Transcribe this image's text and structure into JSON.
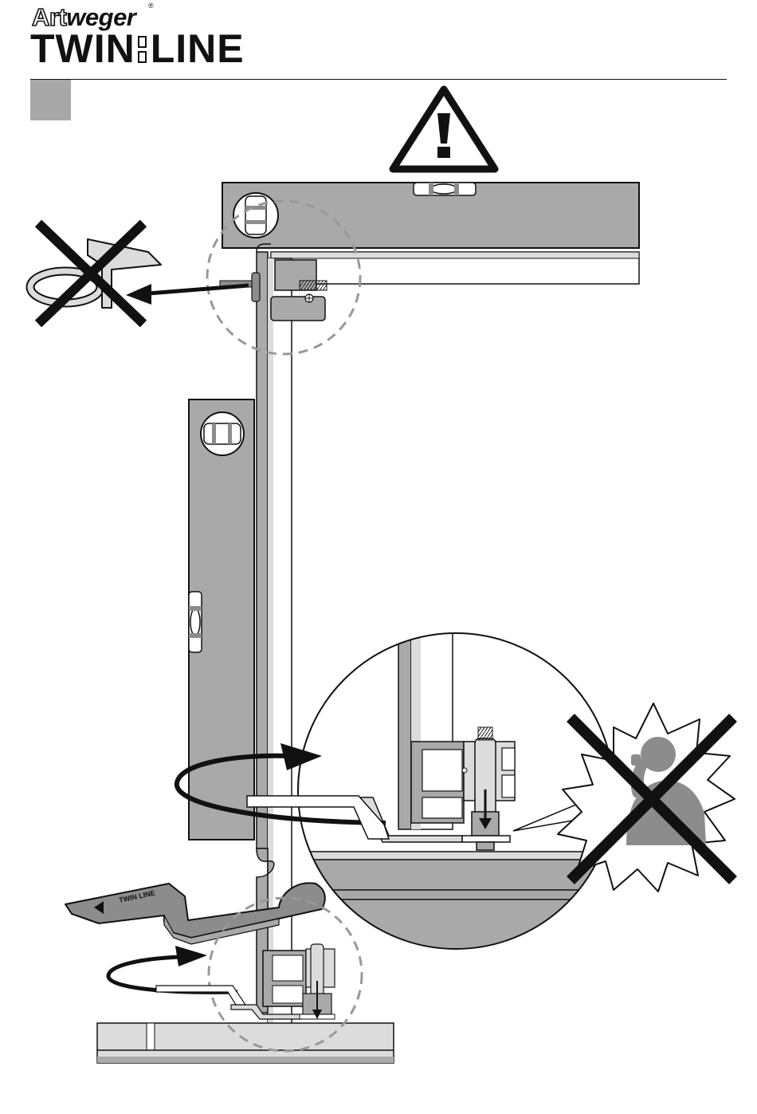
{
  "brand": {
    "name_part1": "Art",
    "name_part2": "weger",
    "registered": "®",
    "product_part1": "TWIN",
    "product_part2": "LINE"
  },
  "wrench": {
    "label": "TWIN LINE"
  },
  "colors": {
    "ink": "#111111",
    "part_grey": "#a9a9a9",
    "light_grey": "#dcdcdc",
    "mid_grey": "#8c8c8c",
    "step_box": "#a8a8a8"
  },
  "icons": [
    "warning-triangle-icon",
    "prohibited-cross-icon",
    "spirit-level-icon",
    "rotation-arrow-icon",
    "loud-noise-icon"
  ]
}
